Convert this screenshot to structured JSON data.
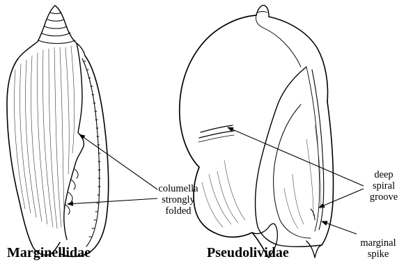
{
  "figure": {
    "specimens": [
      {
        "family_name": "Marginellidae"
      },
      {
        "family_name": "Pseudolividae"
      }
    ],
    "annotations": {
      "columella": {
        "lines": [
          "columella",
          "strongly",
          "folded"
        ]
      },
      "groove": {
        "lines": [
          "deep",
          "spiral",
          "groove"
        ]
      },
      "spike": {
        "lines": [
          "marginal",
          "spike"
        ]
      }
    }
  }
}
